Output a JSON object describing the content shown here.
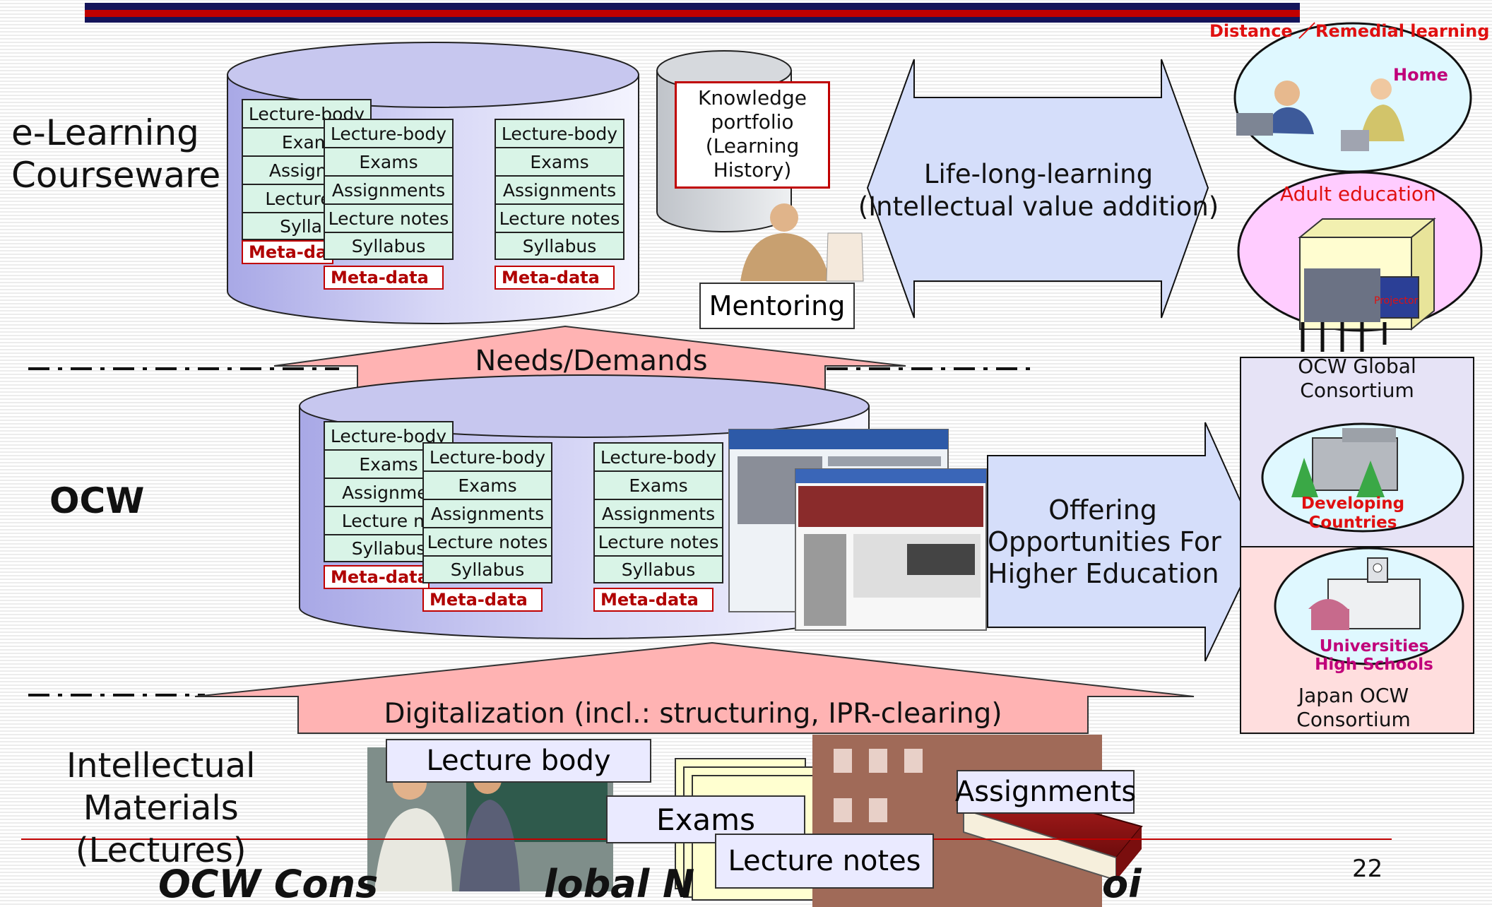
{
  "sections": {
    "elearning": "e-Learning Courseware",
    "elearning_line1": "e-Learning",
    "elearning_line2": "Courseware",
    "ocw": "OCW",
    "materials_line1": "Intellectual",
    "materials_line2": "Materials",
    "materials_line3": "(Lectures)"
  },
  "courseware_items": [
    "Lecture-body",
    "Exams",
    "Assignments",
    "Lecture notes",
    "Syllabus"
  ],
  "partial_items_elearning": [
    "Lecture-body",
    "Exam",
    "Assignm",
    "Lecture n",
    "Syllab"
  ],
  "partial_meta_elearning": "Meta-da",
  "partial_items_ocw": [
    "Lecture-body",
    "Exams",
    "Assignmer",
    "Lecture no",
    "Syllabus"
  ],
  "partial_meta_ocw": "Meta-data",
  "meta_label": "Meta-data",
  "knowledge_portfolio": [
    "Knowledge",
    "portfolio",
    "(Learning",
    "History)"
  ],
  "mentoring": "Mentoring",
  "lifelong": [
    "Life-long-learning",
    "(Intellectual value addition)"
  ],
  "needs": "Needs/Demands",
  "digitalization": "Digitalization (incl.: structuring, IPR-clearing)",
  "offering": [
    "Offering",
    "Opportunities For",
    "Higher Education"
  ],
  "right_panel": {
    "distance": "Distance ／Remedial learning",
    "home": "Home",
    "adult": "Adult education",
    "projector": "Projector",
    "ocw_global": [
      "OCW Global",
      "Consortium"
    ],
    "developing": [
      "Developing",
      "Countries"
    ],
    "universities": [
      "Universities",
      "High Schools"
    ],
    "japan_ocw": [
      "Japan OCW",
      "Consortium"
    ]
  },
  "materials": {
    "lecture_body": "Lecture body",
    "exams": "Exams",
    "lecture_notes": "Lecture notes",
    "assignments": "Assignments"
  },
  "footer": {
    "title_fragment_1": "OCW Cons",
    "title_fragment_2": "lobal N",
    "title_fragment_3": "oi",
    "page_number": "22"
  },
  "colors": {
    "top_bar_navy": "#14145a",
    "top_bar_red": "#c00000",
    "cylinder_lavender": "#c8c8ee",
    "arrow_pink": "#ffb3b3",
    "arrow_blue": "#d5defa",
    "meta_red": "#c00000",
    "row_mint": "#d9f4e7",
    "magenta_text": "#c0007a"
  }
}
